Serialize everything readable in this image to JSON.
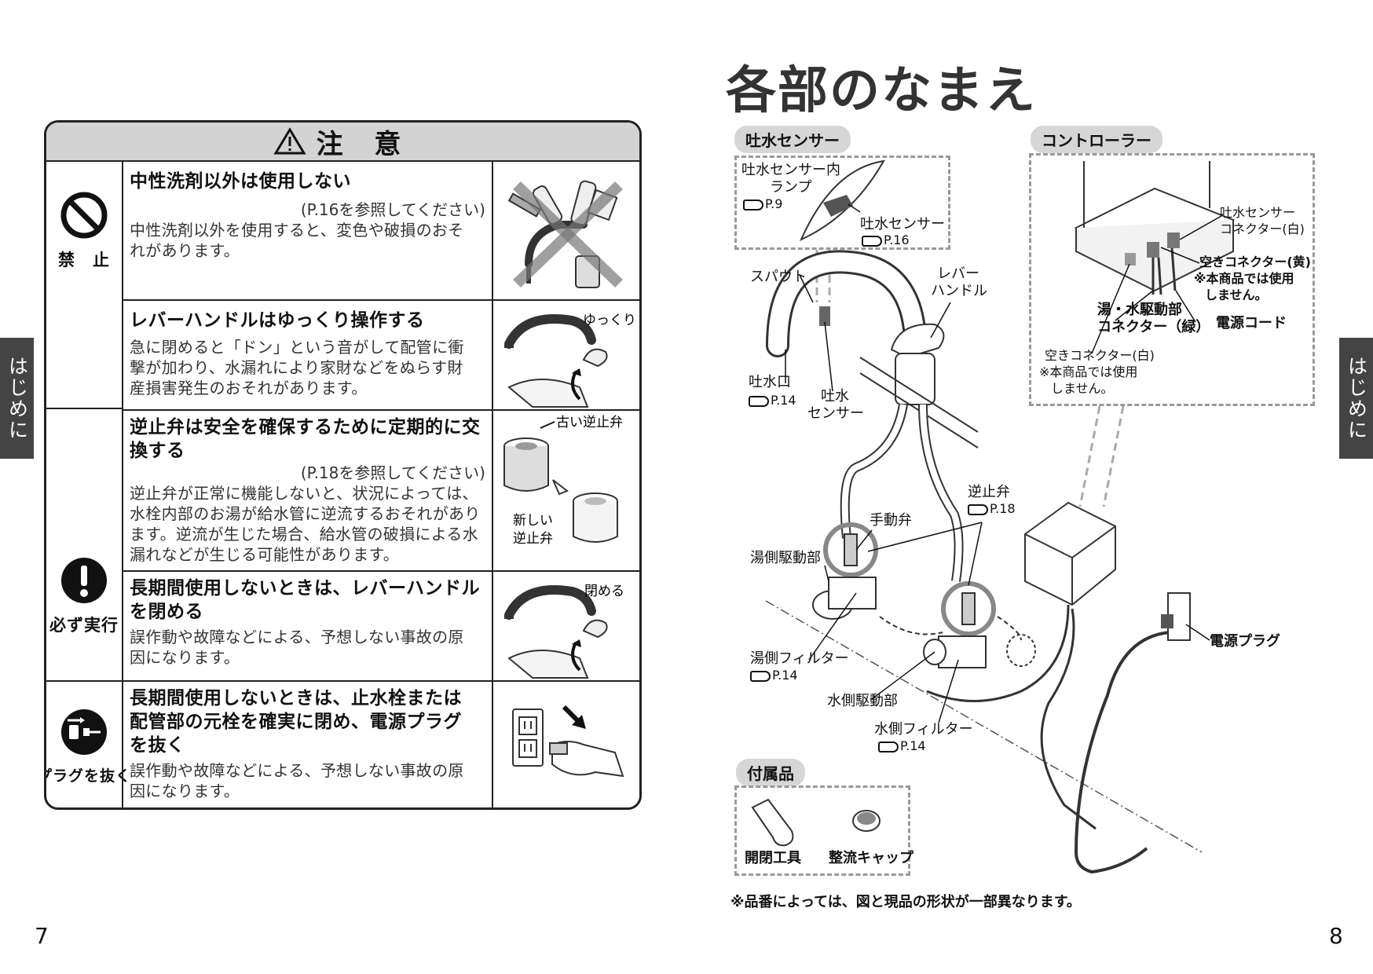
{
  "left_page": {
    "caution_title": "注 意",
    "rows": [
      {
        "symbol_label": "禁　止",
        "heading": "中性洗剤以外は使用しない",
        "ref": "(P.16を参照してください)",
        "body": [
          "中性洗剤以外を使用すると、変色や破損のおそ",
          "れがあります。"
        ]
      },
      {
        "heading": "レバーハンドルはゆっくり操作する",
        "body": [
          "急に閉めると「ドン」という音がして配管に衝",
          "撃が加わり、水漏れにより家財などをぬらす財",
          "産損害発生のおそれがあります。"
        ],
        "pic_label": "ゆっくり"
      },
      {
        "heading": [
          "逆止弁は安全を確保するために定期的に交",
          "換する"
        ],
        "ref": "(P.18を参照してください)",
        "body": [
          "逆止弁が正常に機能しないと、状況によっては、",
          "水栓内部のお湯が給水管に逆流するおそれがあり",
          "ます。逆流が生じた場合、給水管の破損による水",
          "漏れなどが生じる可能性があります。"
        ],
        "pic_label_old": "古い逆止弁",
        "pic_label_new": [
          "新しい",
          "逆止弁"
        ]
      },
      {
        "heading": [
          "長期間使用しないときは、レバーハンドル",
          "を閉める"
        ],
        "body": [
          "誤作動や故障などによる、予想しない事故の原",
          "因になります。"
        ],
        "pic_label": "閉める"
      },
      {
        "symbol_label": "プラグを抜く",
        "heading": [
          "長期間使用しないときは、止水栓または",
          "配管部の元栓を確実に閉め、電源プラグ",
          "を抜く"
        ],
        "body": [
          "誤作動や故障などによる、予想しない事故の原",
          "因になります。"
        ]
      }
    ],
    "must_do_label": "必ず実行",
    "side_tab": "はじめに",
    "page_number": "7"
  },
  "right_page": {
    "title": "各部のなまえ",
    "sections": {
      "sensor": "吐水センサー",
      "controller": "コントローラー",
      "accessories": "付属品"
    },
    "labels": {
      "lamp": [
        "吐水センサー内",
        "ランプ"
      ],
      "lamp_ref": "P.9",
      "sensor_inset": "吐水センサー",
      "sensor_inset_ref": "P.16",
      "spout": "スパウト",
      "lever": [
        "レバー",
        "ハンドル"
      ],
      "outlet": "吐水口",
      "outlet_ref": "P.14",
      "sensor": [
        "吐水",
        "センサー"
      ],
      "check_valve": "逆止弁",
      "check_valve_ref": "P.18",
      "manual_valve": "手動弁",
      "hot_drive": "湯側駆動部",
      "hot_filter": "湯側フィルター",
      "hot_filter_ref": "P.14",
      "cold_drive": "水側駆動部",
      "cold_filter": "水側フィルター",
      "cold_filter_ref": "P.14",
      "power_plug": "電源プラグ",
      "sensor_connector": [
        "吐水センサー",
        "コネクター(白)"
      ],
      "empty_yellow": [
        "空きコネクター(黄)",
        "※本商品では使用",
        "しません。"
      ],
      "drive_connector": [
        "湯・水駆動部",
        "コネクター（緑）"
      ],
      "power_cord": "電源コード",
      "empty_white": [
        "空きコネクター(白)",
        "※本商品では使用",
        "しません。"
      ],
      "tool": "開閉工具",
      "cap": "整流キャップ"
    },
    "note": "※品番によっては、図と現品の形状が一部異なります。",
    "side_tab": "はじめに",
    "page_number": "8"
  }
}
